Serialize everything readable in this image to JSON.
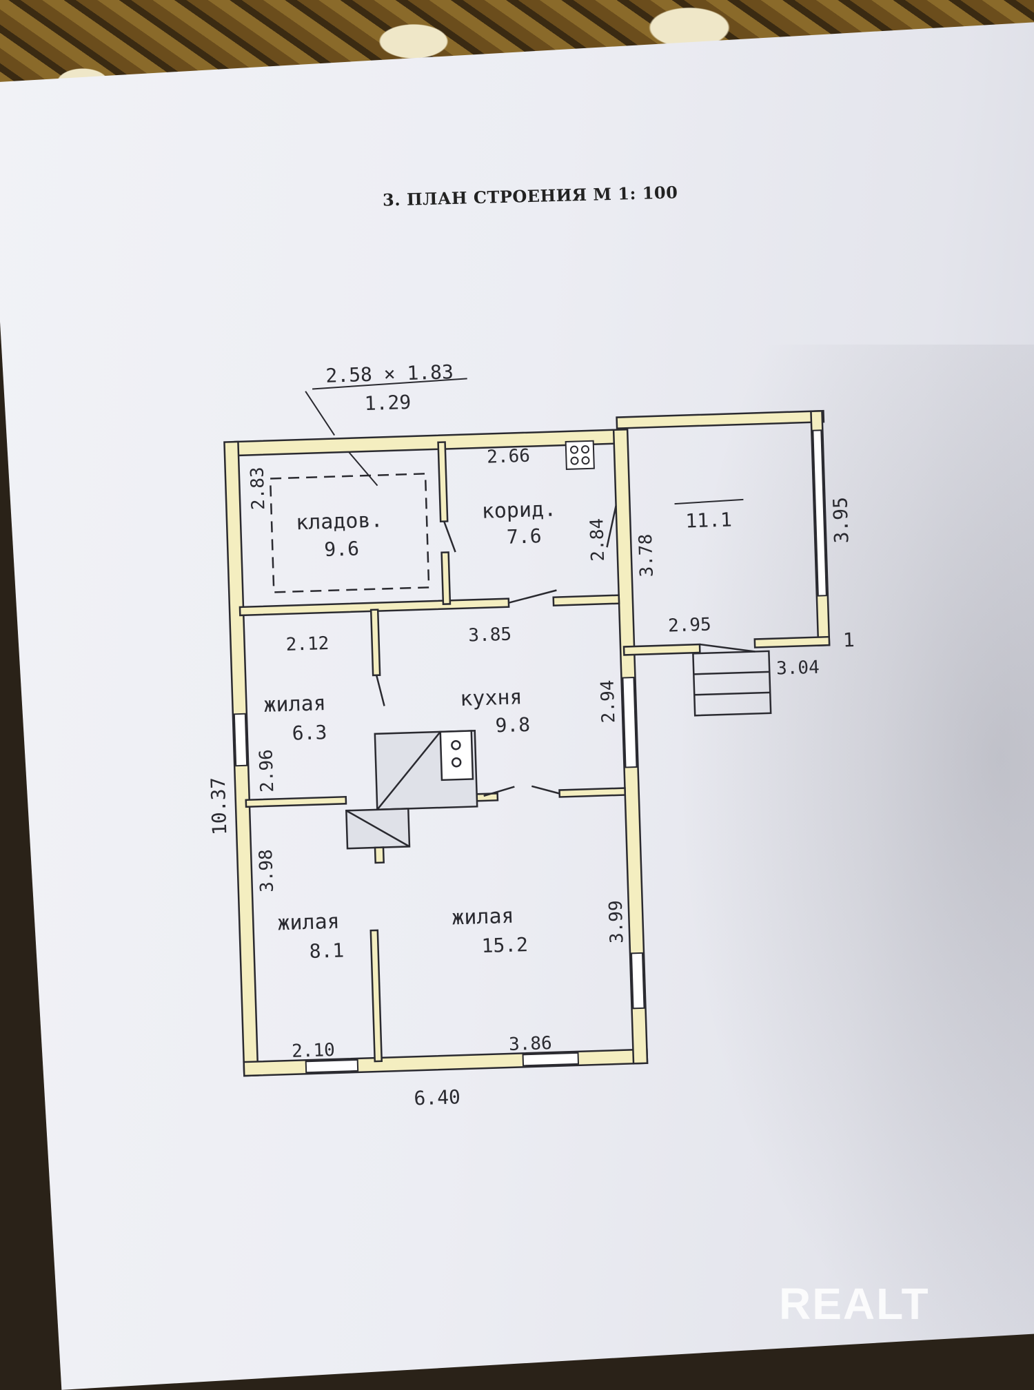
{
  "title": "3. ПЛАН СТРОЕНИЯ М 1: 100",
  "logo_text": "REALT",
  "colors": {
    "wall_fill": "#f4eec0",
    "ink": "#2a2a30",
    "paper": "#eeeff4"
  },
  "header_note": {
    "top": "2.58 × 1.83",
    "bottom": "1.29"
  },
  "rooms": [
    {
      "name": "кладов.",
      "area": "9.6"
    },
    {
      "name": "корид.",
      "area": "7.6"
    },
    {
      "name": "",
      "area": "11.1"
    },
    {
      "name": "жилая",
      "area": "6.3"
    },
    {
      "name": "кухня",
      "area": "9.8"
    },
    {
      "name": "жилая",
      "area": "8.1"
    },
    {
      "name": "жилая",
      "area": "15.2"
    }
  ],
  "dimensions": {
    "d_266": "2.66",
    "d_283": "2.83",
    "d_284": "2.84",
    "d_378": "3.78",
    "d_395": "3.95",
    "d_212": "2.12",
    "d_385": "3.85",
    "d_295": "2.95",
    "d_304": "3.04",
    "d_294": "2.94",
    "d_296": "2.96",
    "d_1037": "10.37",
    "d_398": "3.98",
    "d_399": "3.99",
    "d_210": "2.10",
    "d_386": "3.86",
    "d_640": "6.40"
  },
  "entrance_mark": "1"
}
